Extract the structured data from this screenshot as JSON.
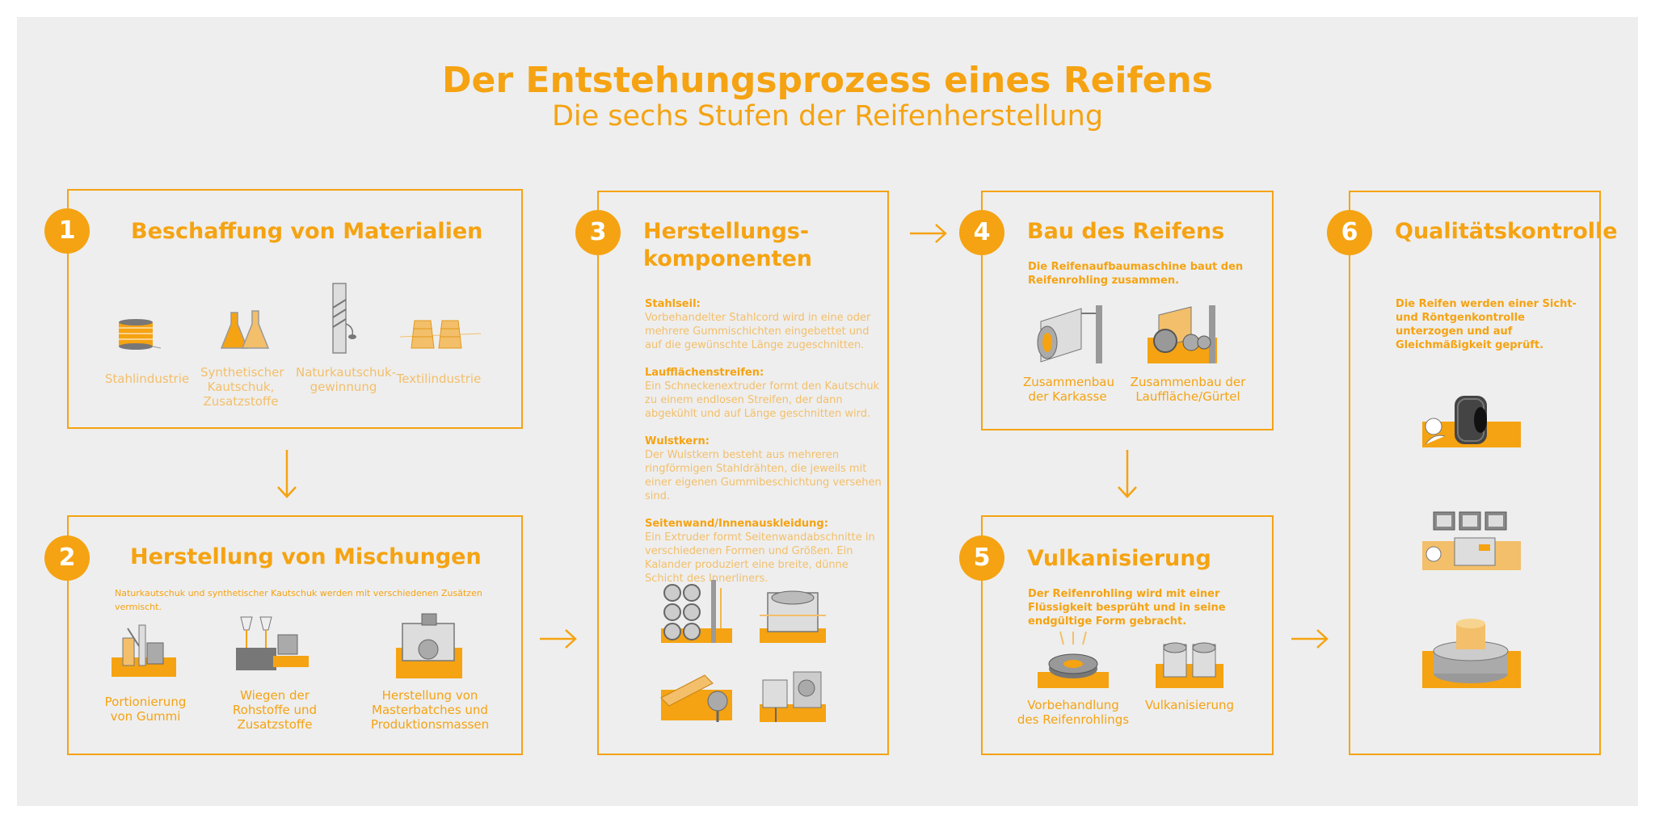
{
  "header": {
    "title": "Der Entstehungsprozess eines Reifens",
    "subtitle": "Die sechs Stufen der Reifenherstellung"
  },
  "colors": {
    "accent": "#f5a312",
    "accent_light": "#f3bf6a",
    "background": "#eeeeee",
    "line": "#8a8a8a"
  },
  "steps": [
    {
      "number": "1",
      "title": "Beschaffung von Materialien",
      "items": [
        {
          "label": "Stahlindustrie",
          "icon": "steel-coil-icon"
        },
        {
          "label": "Synthetischer Kautschuk, Zusatzstoffe",
          "icon": "flask-icon"
        },
        {
          "label": "Naturkautschuk-gewinnung",
          "icon": "rubber-tree-icon"
        },
        {
          "label": "Textilindustrie",
          "icon": "yarn-spool-icon"
        }
      ]
    },
    {
      "number": "2",
      "title": "Herstellung von Mischungen",
      "description": "Naturkautschuk und synthetischer Kautschuk werden mit verschiedenen Zusätzen vermischt.",
      "items": [
        {
          "label": "Portionierung von Gummi",
          "icon": "rubber-portion-icon"
        },
        {
          "label": "Wiegen der Rohstoffe und Zusatzstoffe",
          "icon": "weighing-icon"
        },
        {
          "label": "Herstellung von Masterbatches und Produktionsmassen",
          "icon": "mixer-machine-icon"
        }
      ]
    },
    {
      "number": "3",
      "title": "Herstellungs-komponenten",
      "sections": [
        {
          "title": "Stahlseil:",
          "text": "Vorbehandelter Stahlcord wird in eine oder mehrere Gummischichten eingebettet und auf die gewünschte Länge zugeschnitten."
        },
        {
          "title": "Laufflächenstreifen:",
          "text": "Ein Schneckenextruder formt den Kautschuk zu einem endlosen Streifen, der dann abgekühlt und auf Länge geschnitten wird."
        },
        {
          "title": "Wulstkern:",
          "text": "Der Wulstkern besteht aus mehreren ringförmigen Stahldrähten, die jeweils mit einer eigenen Gummibeschichtung versehen sind."
        },
        {
          "title": "Seitenwand/Innenauskleidung:",
          "text": "Ein Extruder formt Seitenwandabschnitte in verschiedenen Formen und Größen. Ein Kalander produziert eine breite, dünne Schicht des Innerliners."
        }
      ]
    },
    {
      "number": "4",
      "title": "Bau des Reifens",
      "description": "Die Reifenaufbaumaschine baut den Reifenrohling zusammen.",
      "items": [
        {
          "label": "Zusammenbau der Karkasse",
          "icon": "carcass-drum-icon"
        },
        {
          "label": "Zusammenbau der Lauffläche/Gürtel",
          "icon": "belt-assembly-icon"
        }
      ]
    },
    {
      "number": "5",
      "title": "Vulkanisierung",
      "description": "Der Reifenrohling wird mit einer Flüssigkeit besprüht und in seine endgültige Form gebracht.",
      "items": [
        {
          "label": "Vorbehandlung des Reifenrohlings",
          "icon": "green-tire-spray-icon"
        },
        {
          "label": "Vulkanisierung",
          "icon": "curing-press-icon"
        }
      ]
    },
    {
      "number": "6",
      "title": "Qualitätskontrolle",
      "description": "Die Reifen werden einer Sicht- und Röntgenkontrolle unterzogen und auf Gleichmäßigkeit geprüft."
    }
  ]
}
